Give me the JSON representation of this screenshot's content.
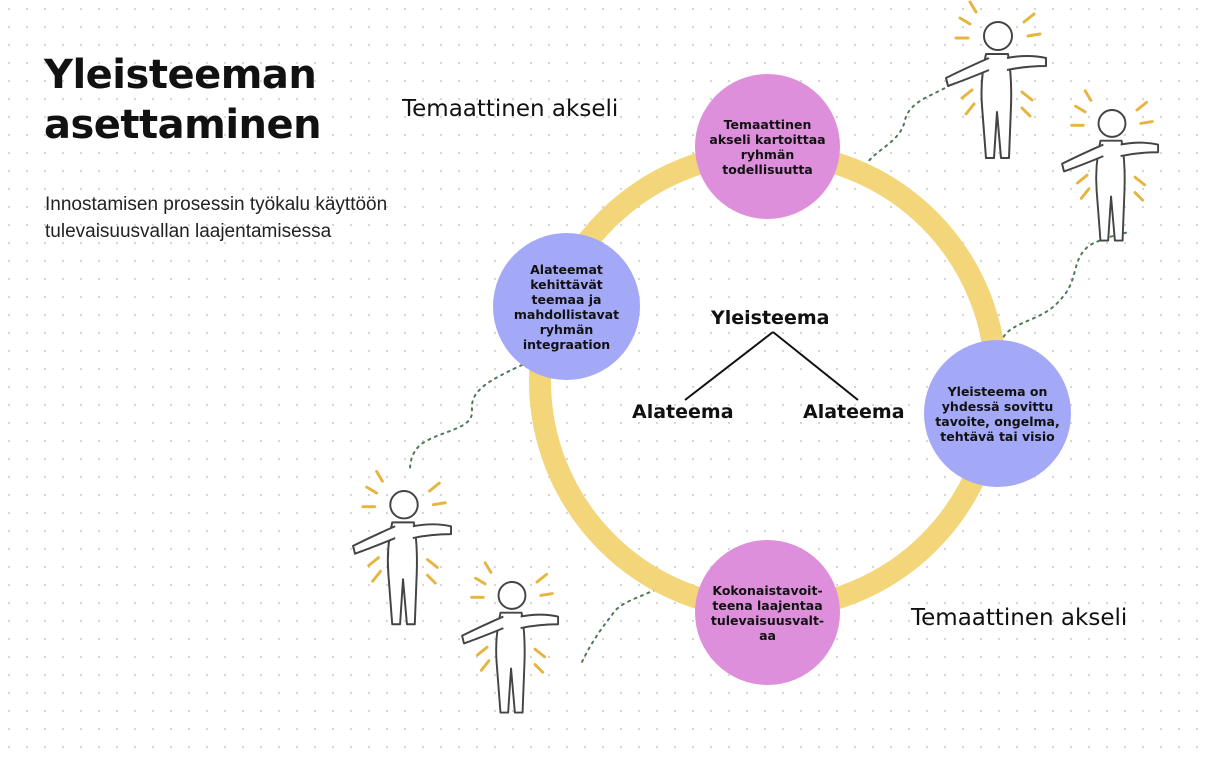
{
  "title_line1": "Yleisteeman",
  "title_line2": "asettaminen",
  "subtitle": "Innostamisen prosessin työkalu käyttöön tulevaisuusvallan laajentamisessa",
  "axis_label_top": "Temaattinen akseli",
  "axis_label_bottom": "Temaattinen akseli",
  "nodes": {
    "top": "Temaattinen akseli kartoittaa ryhmän todellisuutta",
    "left": "Alateemat kehittävät teemaa ja mahdollistavat ryhmän integraation",
    "right": "Yleisteema on yhdessä sovittu tavoite, ongelma, tehtävä tai visio",
    "bottom": "Kokonaistavoit-teena laajentaa tulevaisuusvalt-aa"
  },
  "tree": {
    "root": "Yleisteema",
    "left": "Alateema",
    "right": "Alateema"
  },
  "colors": {
    "ring": "#f3d57a",
    "pink_node": "#dd8fdb",
    "blue_node": "#a3a9f6",
    "figure_rays": "#e6b43f",
    "dotted_path": "#4f7a57"
  },
  "icons": [
    "waving-person-icon"
  ]
}
